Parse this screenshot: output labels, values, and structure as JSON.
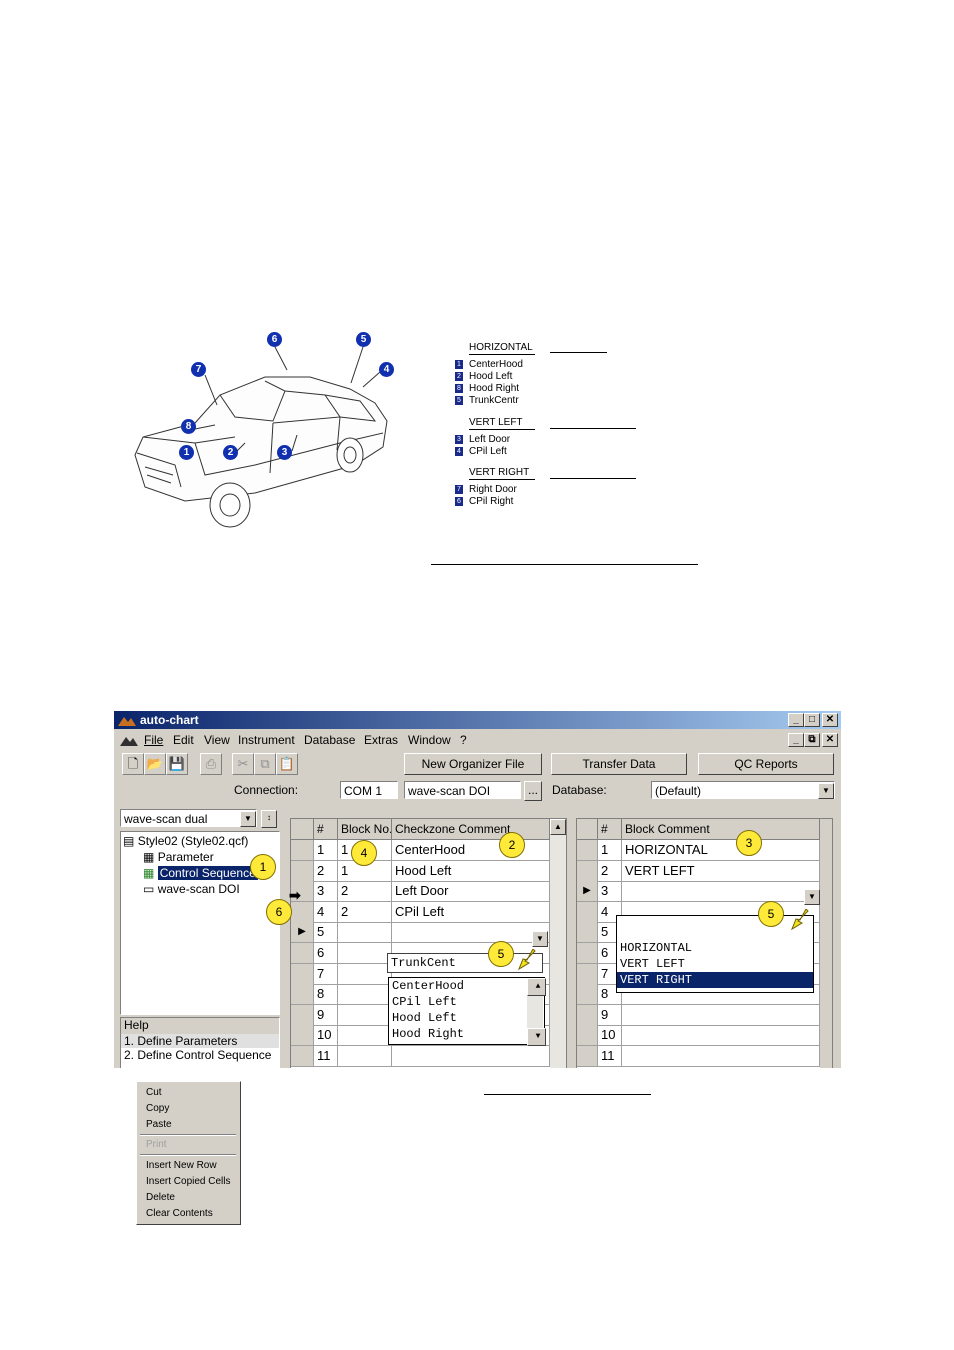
{
  "car_figure": {
    "badges": [
      "1",
      "2",
      "3",
      "4",
      "5",
      "6",
      "7",
      "8"
    ]
  },
  "legend": {
    "groups": [
      {
        "title": "HORIZONTAL",
        "items": [
          {
            "num": "1",
            "label": "CenterHood"
          },
          {
            "num": "2",
            "label": "Hood Left"
          },
          {
            "num": "8",
            "label": "Hood Right"
          },
          {
            "num": "5",
            "label": "TrunkCentr"
          }
        ]
      },
      {
        "title": "VERT LEFT",
        "items": [
          {
            "num": "3",
            "label": "Left Door"
          },
          {
            "num": "4",
            "label": "CPil Left"
          }
        ]
      },
      {
        "title": "VERT RIGHT",
        "items": [
          {
            "num": "7",
            "label": "Right Door"
          },
          {
            "num": "6",
            "label": "CPil Right"
          }
        ]
      }
    ]
  },
  "window": {
    "title": "auto-chart",
    "menu": [
      "File",
      "Edit",
      "View",
      "Instrument",
      "Database",
      "Extras",
      "Window",
      "?"
    ],
    "buttons": {
      "new_organizer": "New Organizer File",
      "transfer": "Transfer Data",
      "qc": "QC Reports"
    },
    "connection_label": "Connection:",
    "connection_port": "COM 1",
    "connection_device": "wave-scan DOI",
    "browse": "...",
    "database_label": "Database:",
    "database_value": "(Default)",
    "instrument_select": "wave-scan dual",
    "tree": {
      "root": "Style02  (Style02.qcf)",
      "items": [
        "Parameter",
        "Control Sequence",
        "wave-scan DOI"
      ]
    },
    "help": {
      "title": "Help",
      "items": [
        "1. Define Parameters",
        "2. Define Control Sequence"
      ]
    },
    "left_grid": {
      "headers": [
        "#",
        "Block No.",
        "Checkzone Comment"
      ],
      "rows": [
        {
          "n": "1",
          "block": "1",
          "comment": "CenterHood"
        },
        {
          "n": "2",
          "block": "1",
          "comment": "Hood Left"
        },
        {
          "n": "3",
          "block": "2",
          "comment": "Left Door"
        },
        {
          "n": "4",
          "block": "2",
          "comment": "CPil Left"
        },
        {
          "n": "5",
          "block": "",
          "comment": ""
        },
        {
          "n": "6",
          "block": "",
          "comment": ""
        },
        {
          "n": "7",
          "block": "",
          "comment": ""
        },
        {
          "n": "8",
          "block": "",
          "comment": ""
        },
        {
          "n": "9",
          "block": "",
          "comment": ""
        },
        {
          "n": "10",
          "block": "",
          "comment": ""
        },
        {
          "n": "11",
          "block": "",
          "comment": ""
        }
      ],
      "edit_value": "TrunkCent",
      "dropdown": [
        "CenterHood",
        "CPil Left",
        "Hood Left",
        "Hood Right"
      ]
    },
    "right_grid": {
      "headers": [
        "#",
        "Block Comment"
      ],
      "rows": [
        {
          "n": "1",
          "comment": "HORIZONTAL"
        },
        {
          "n": "2",
          "comment": "VERT LEFT"
        },
        {
          "n": "3",
          "comment": ""
        },
        {
          "n": "4",
          "comment": ""
        },
        {
          "n": "5",
          "comment": ""
        },
        {
          "n": "6",
          "comment": ""
        },
        {
          "n": "7",
          "comment": ""
        },
        {
          "n": "8",
          "comment": ""
        },
        {
          "n": "9",
          "comment": ""
        },
        {
          "n": "10",
          "comment": ""
        },
        {
          "n": "11",
          "comment": ""
        }
      ],
      "dropdown": [
        "HORIZONTAL",
        "VERT LEFT",
        "VERT RIGHT"
      ],
      "dropdown_selected": "VERT RIGHT"
    },
    "callouts": [
      "1",
      "2",
      "3",
      "4",
      "5",
      "5",
      "6"
    ]
  },
  "context_menu": {
    "items": [
      "Cut",
      "Copy",
      "Paste",
      "Print",
      "Insert New Row",
      "Insert Copied Cells",
      "Delete",
      "Clear Contents"
    ],
    "disabled": [
      "Print"
    ]
  },
  "colors": {
    "badge_blue": "#1030b0",
    "titlebar": "#0a246a",
    "callout_yellow": "#ffea3a"
  }
}
